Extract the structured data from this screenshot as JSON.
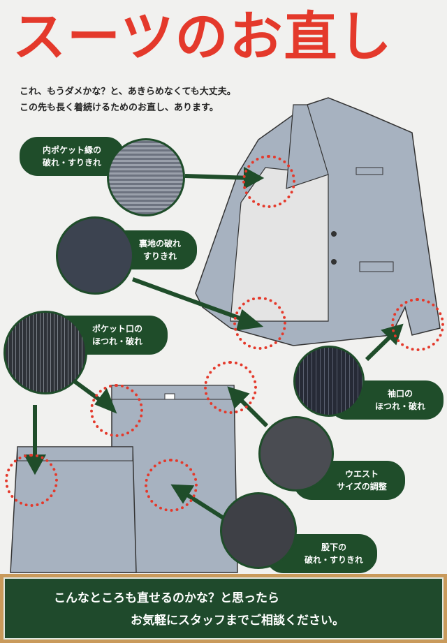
{
  "title": "スーツのお直し",
  "lead": [
    "これ、もうダメかな？と、あきらめなくても大丈夫。",
    "この先も長く着続けるためのお直し、あります。"
  ],
  "callouts": [
    {
      "line1": "内ポケット縁の",
      "line2": "破れ・すりきれ"
    },
    {
      "line1": "裏地の破れ",
      "line2": "すりきれ"
    },
    {
      "line1": "ポケット口の",
      "line2": "ほつれ・破れ"
    },
    {
      "line1": "袖口の",
      "line2": "ほつれ・破れ"
    },
    {
      "line1": "ウエスト",
      "line2": "サイズの調整"
    },
    {
      "line1": "股下の",
      "line2": "破れ・すりきれ"
    }
  ],
  "footer": {
    "line1": "こんなところも直せるのかな？と思ったら",
    "line2": "お気軽にスタッフまでご相談ください。"
  },
  "colors": {
    "title_red": "#e4392b",
    "label_green": "#1f4d2a",
    "garment_gray": "#a7b2c0"
  }
}
